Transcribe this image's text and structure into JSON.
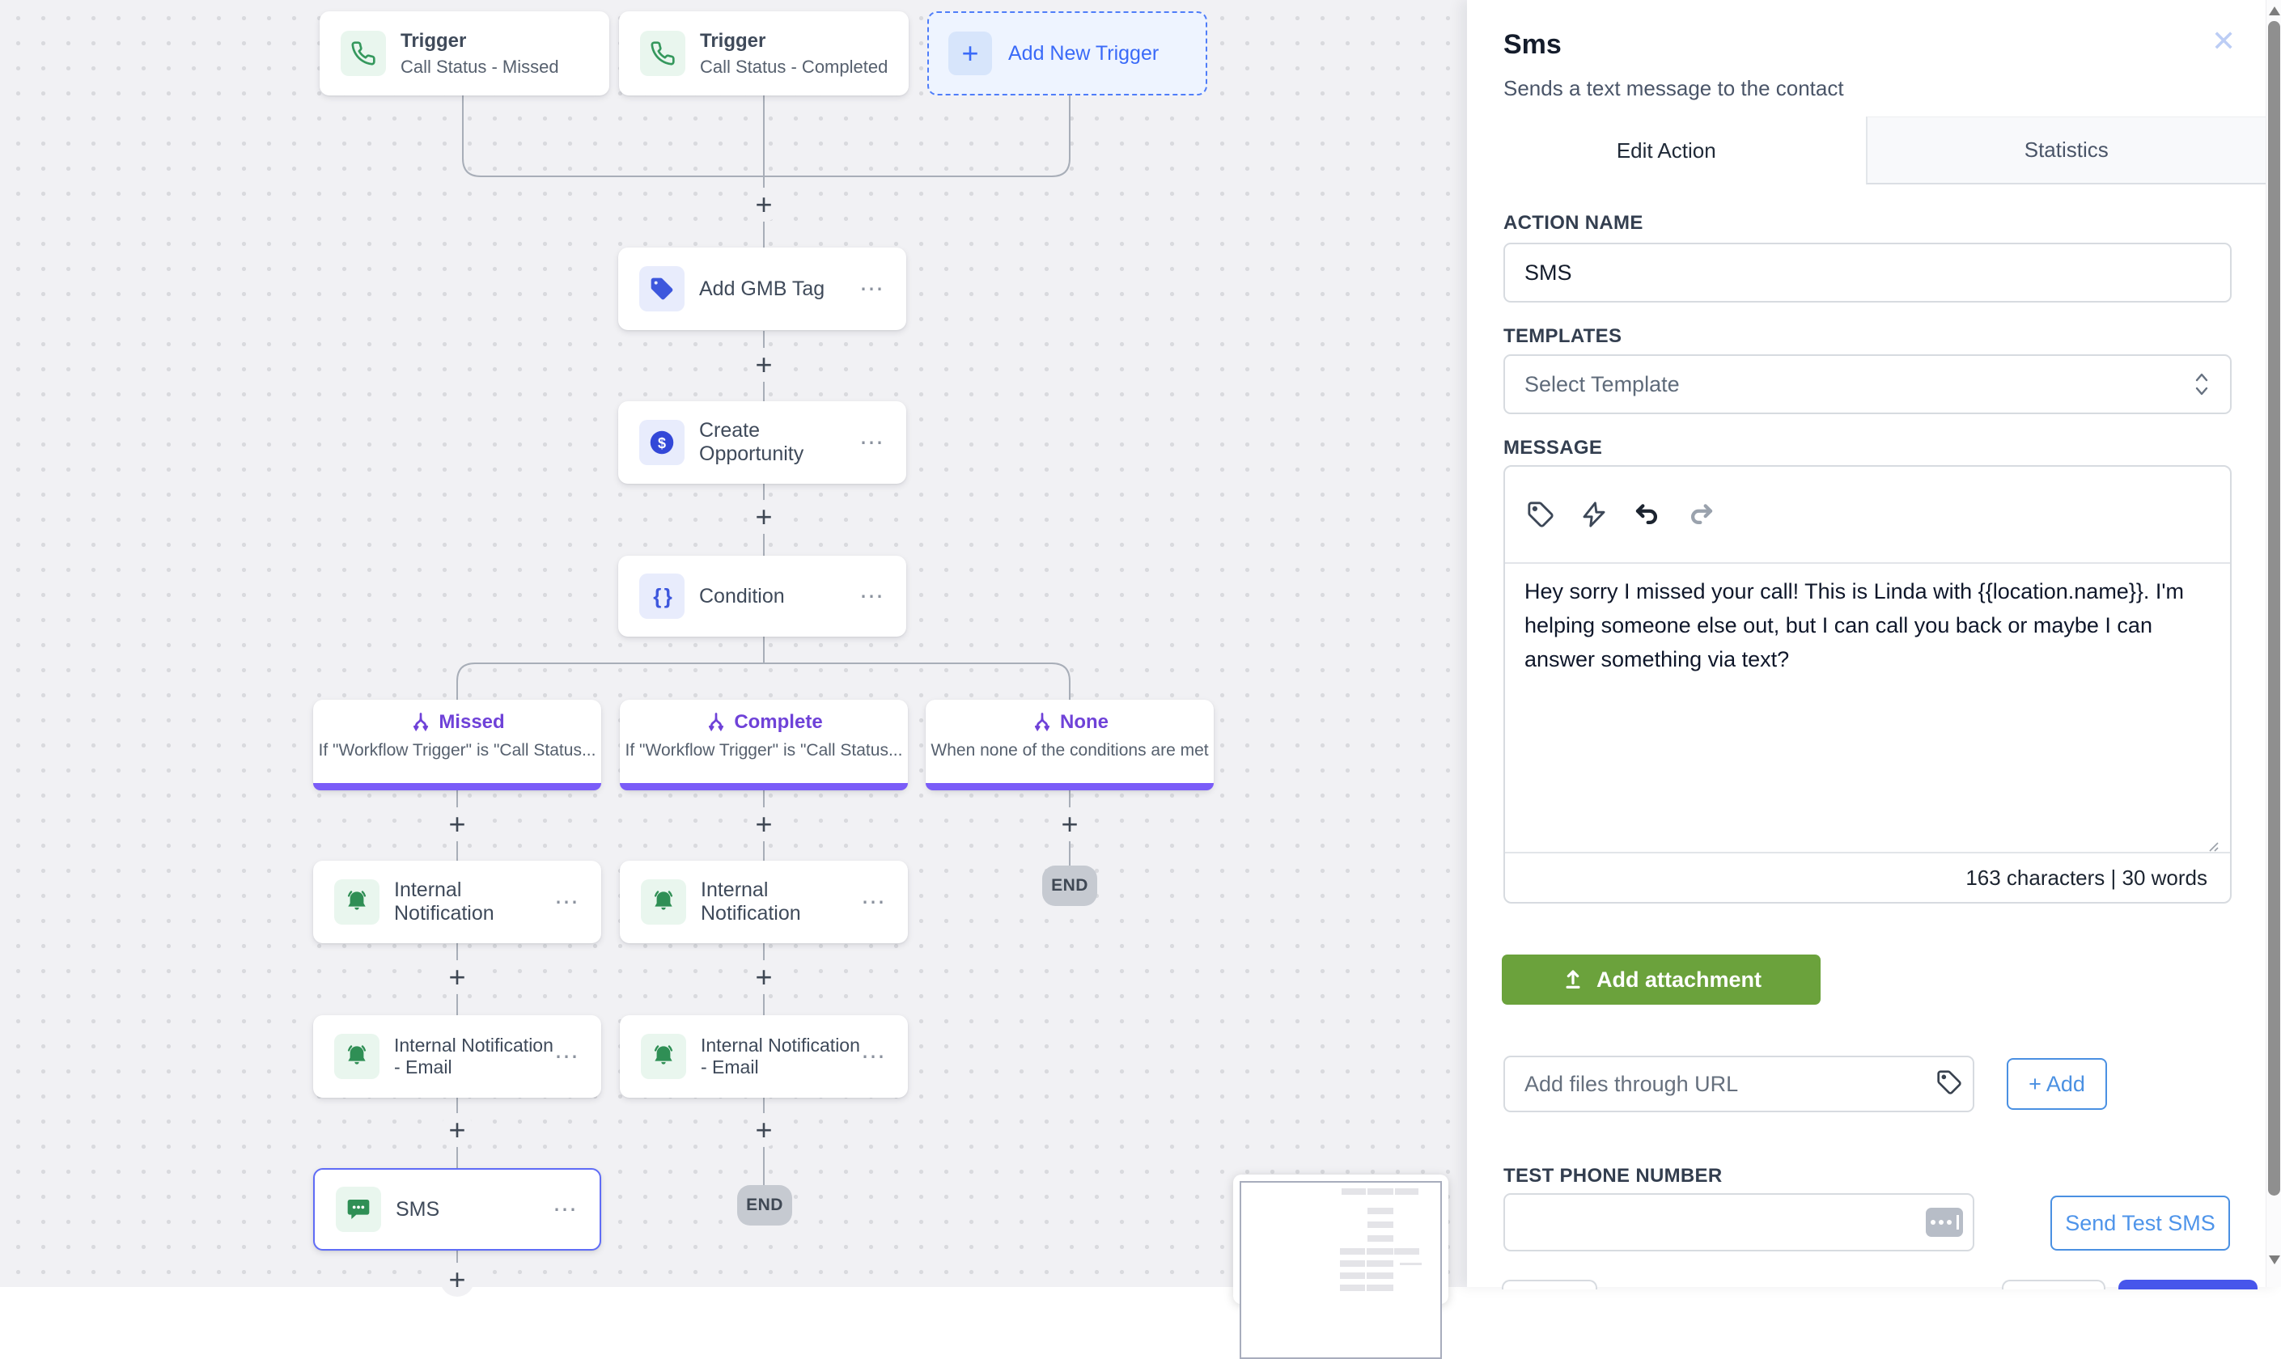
{
  "colors": {
    "accent_blue": "#3d57dd",
    "accent_green": "#2f8f55",
    "accent_purple": "#7a5cf8",
    "button_green": "#6ba23c",
    "button_blue_outline": "#4a90e2"
  },
  "canvas": {
    "plus": "+",
    "more_icon": "⋯",
    "end_label": "END",
    "triggers": [
      {
        "title": "Trigger",
        "subtitle": "Call Status - Missed"
      },
      {
        "title": "Trigger",
        "subtitle": "Call Status - Completed"
      }
    ],
    "add_new_trigger": {
      "label": "Add New Trigger",
      "plus": "+"
    },
    "steps": [
      {
        "label": "Add GMB Tag"
      },
      {
        "label": "Create Opportunity"
      },
      {
        "label": "Condition"
      }
    ],
    "condition_symbol": "{ }",
    "branches": [
      {
        "title": "Missed",
        "subtitle": "If \"Workflow Trigger\" is \"Call Status..."
      },
      {
        "title": "Complete",
        "subtitle": "If \"Workflow Trigger\" is \"Call Status..."
      },
      {
        "title": "None",
        "subtitle": "When none of the conditions are met"
      }
    ],
    "missed_steps": [
      {
        "label": "Internal Notification"
      },
      {
        "label": "Internal Notification - Email"
      },
      {
        "label": "SMS"
      }
    ],
    "complete_steps": [
      {
        "label": "Internal Notification"
      },
      {
        "label": "Internal Notification - Email"
      }
    ]
  },
  "panel": {
    "title": "Sms",
    "subtitle": "Sends a text message to the contact",
    "close_icon": "✕",
    "tabs": {
      "edit": "Edit Action",
      "stats": "Statistics"
    },
    "action_name_label": "ACTION NAME",
    "action_name_value": "SMS",
    "templates_label": "TEMPLATES",
    "templates_placeholder": "Select Template",
    "message_label": "MESSAGE",
    "message_text": "Hey sorry I missed your call! This is Linda with {{location.name}}. I'm helping someone else out, but I can call you back or maybe I can answer something via text?",
    "message_stats": "163 characters | 30 words",
    "add_attachment_label": "Add attachment",
    "url_placeholder": "Add files through URL",
    "add_label": "+ Add",
    "test_phone_label": "TEST PHONE NUMBER",
    "send_test_label": "Send Test SMS"
  }
}
